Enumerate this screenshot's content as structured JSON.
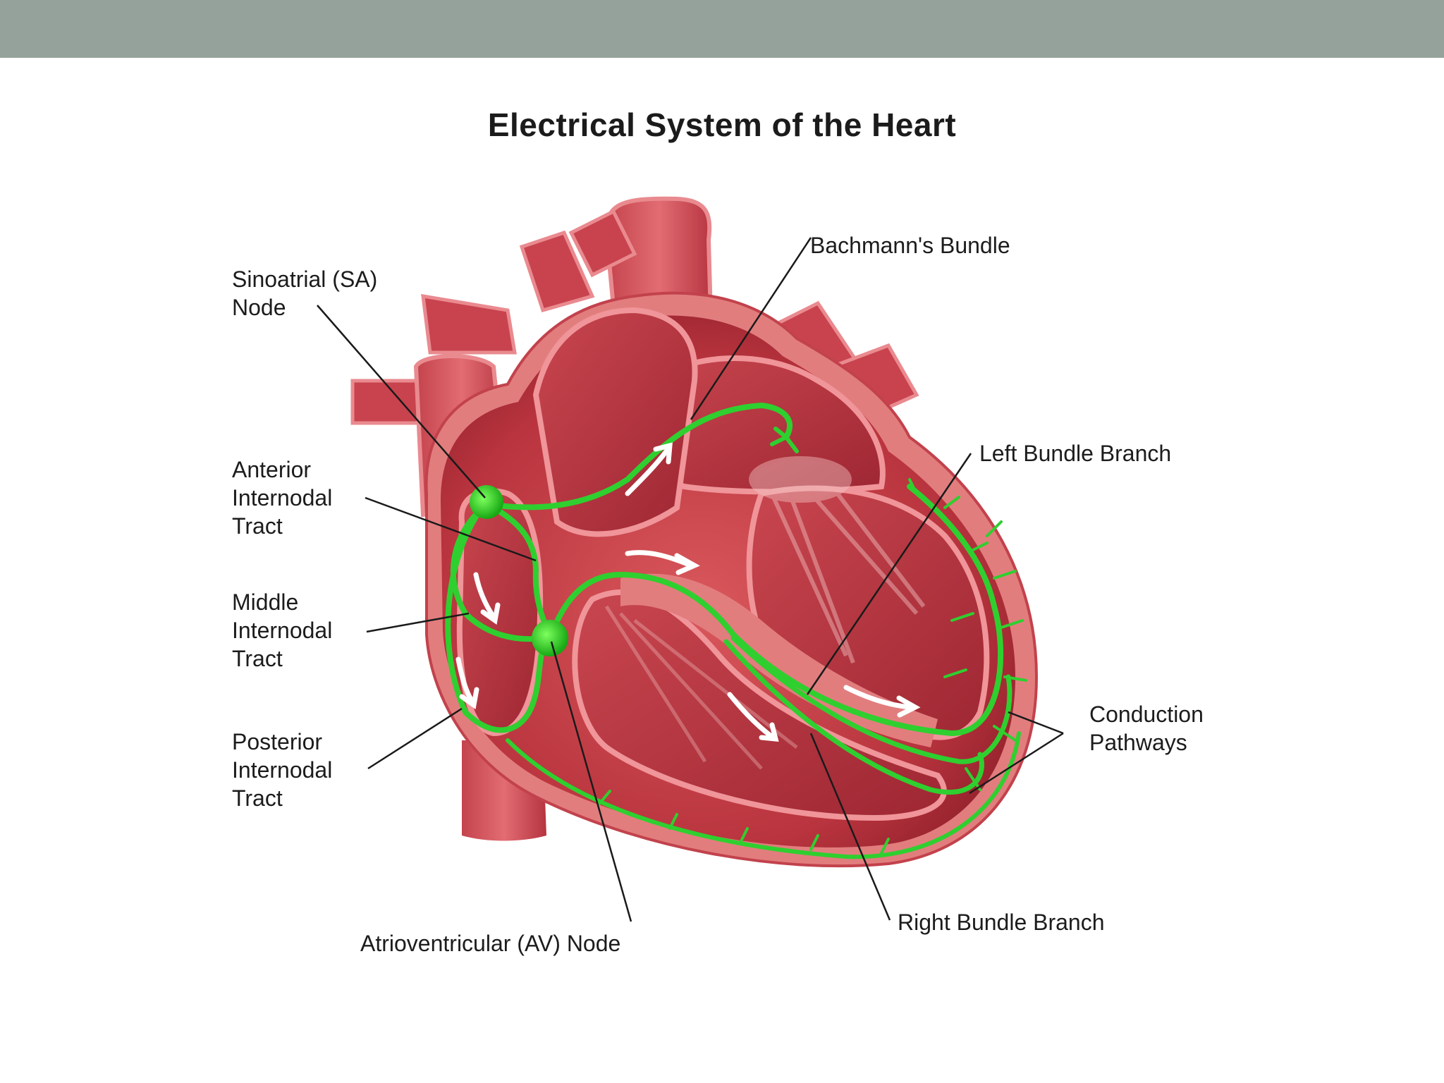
{
  "title": "Electrical System of the Heart",
  "labels": {
    "sa_node": [
      "Sinoatrial (SA)",
      "Node"
    ],
    "anterior": [
      "Anterior",
      "Internodal",
      "Tract"
    ],
    "middle": [
      "Middle",
      "Internodal",
      "Tract"
    ],
    "posterior": [
      "Posterior",
      "Internodal",
      "Tract"
    ],
    "av_node": "Atrioventricular (AV) Node",
    "bachmann": "Bachmann's Bundle",
    "left_bundle": "Left Bundle Branch",
    "conduction": [
      "Conduction",
      "Pathways"
    ],
    "right_bundle": "Right Bundle Branch"
  },
  "colors": {
    "header_bar": "#95a29b",
    "heart_wall": "#e07a7a",
    "heart_inner": "#b93a44",
    "conduction": "#2fcf2f",
    "arrow": "#ffffff"
  }
}
